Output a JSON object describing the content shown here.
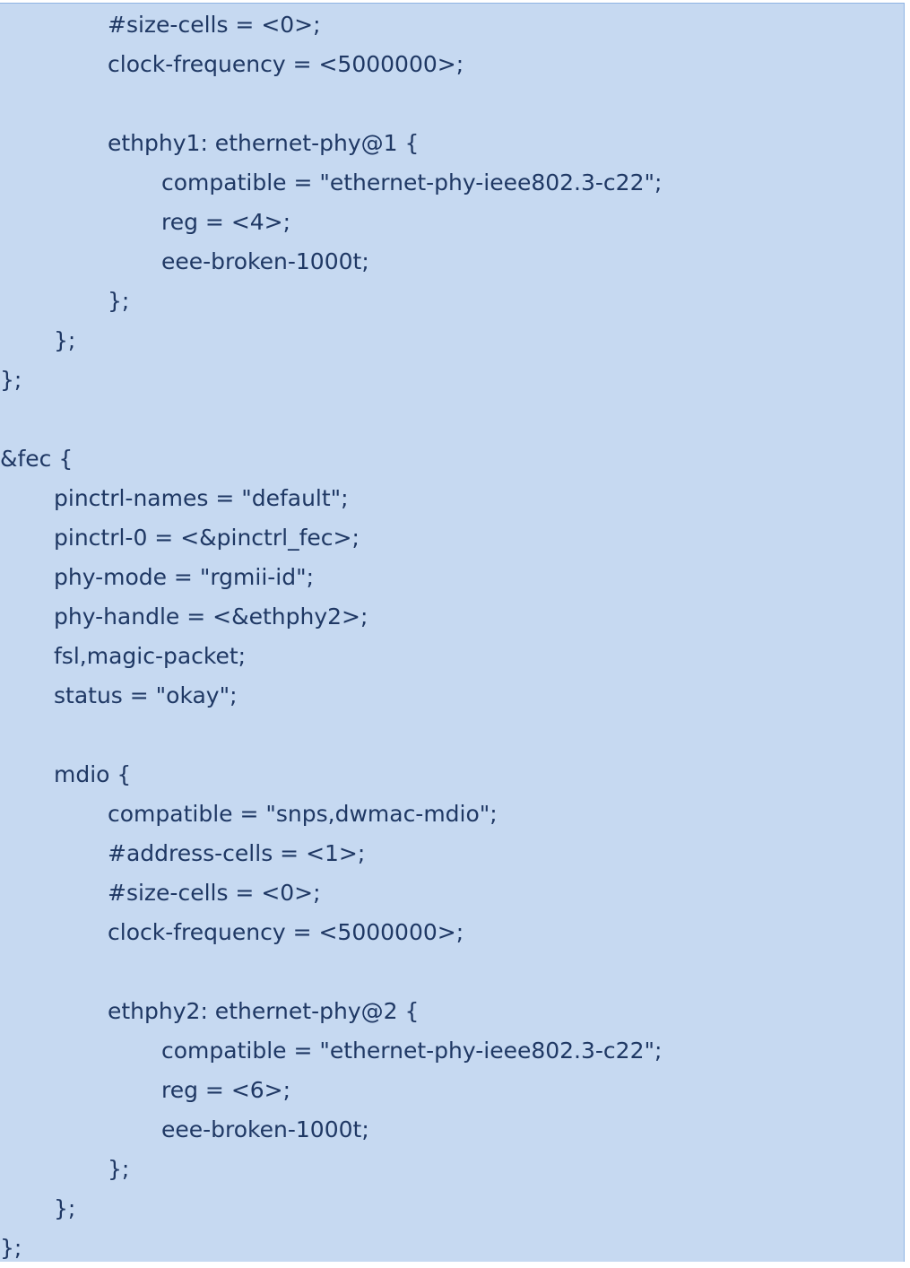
{
  "code": {
    "lines": [
      {
        "text": "#size-cells = <0>;",
        "indent": 2
      },
      {
        "text": "clock-frequency = <5000000>;",
        "indent": 2
      },
      {
        "text": "",
        "indent": 0
      },
      {
        "text": "ethphy1: ethernet-phy@1 {",
        "indent": 2
      },
      {
        "text": "compatible = \"ethernet-phy-ieee802.3-c22\";",
        "indent": 3
      },
      {
        "text": "reg = <4>;",
        "indent": 3
      },
      {
        "text": "eee-broken-1000t;",
        "indent": 3
      },
      {
        "text": "};",
        "indent": 2
      },
      {
        "text": "};",
        "indent": 1
      },
      {
        "text": "};",
        "indent": 0
      },
      {
        "text": "",
        "indent": 0
      },
      {
        "text": "&fec {",
        "indent": 0
      },
      {
        "text": "pinctrl-names = \"default\";",
        "indent": 1
      },
      {
        "text": "pinctrl-0 = <&pinctrl_fec>;",
        "indent": 1
      },
      {
        "text": "phy-mode = \"rgmii-id\";",
        "indent": 1
      },
      {
        "text": "phy-handle = <&ethphy2>;",
        "indent": 1
      },
      {
        "text": "fsl,magic-packet;",
        "indent": 1
      },
      {
        "text": "status = \"okay\";",
        "indent": 1
      },
      {
        "text": "",
        "indent": 0
      },
      {
        "text": "mdio {",
        "indent": 1
      },
      {
        "text": "compatible = \"snps,dwmac-mdio\";",
        "indent": 2
      },
      {
        "text": "#address-cells = <1>;",
        "indent": 2
      },
      {
        "text": "#size-cells = <0>;",
        "indent": 2
      },
      {
        "text": "clock-frequency = <5000000>;",
        "indent": 2
      },
      {
        "text": "",
        "indent": 0
      },
      {
        "text": "ethphy2: ethernet-phy@2 {",
        "indent": 2
      },
      {
        "text": "compatible = \"ethernet-phy-ieee802.3-c22\";",
        "indent": 3
      },
      {
        "text": "reg = <6>;",
        "indent": 3
      },
      {
        "text": "eee-broken-1000t;",
        "indent": 3
      },
      {
        "text": "};",
        "indent": 2
      },
      {
        "text": "};",
        "indent": 1
      },
      {
        "text": "};",
        "indent": 0
      }
    ]
  },
  "colors": {
    "background": "#c6d9f1",
    "text": "#1f3864",
    "border": "#8eb4e3"
  }
}
